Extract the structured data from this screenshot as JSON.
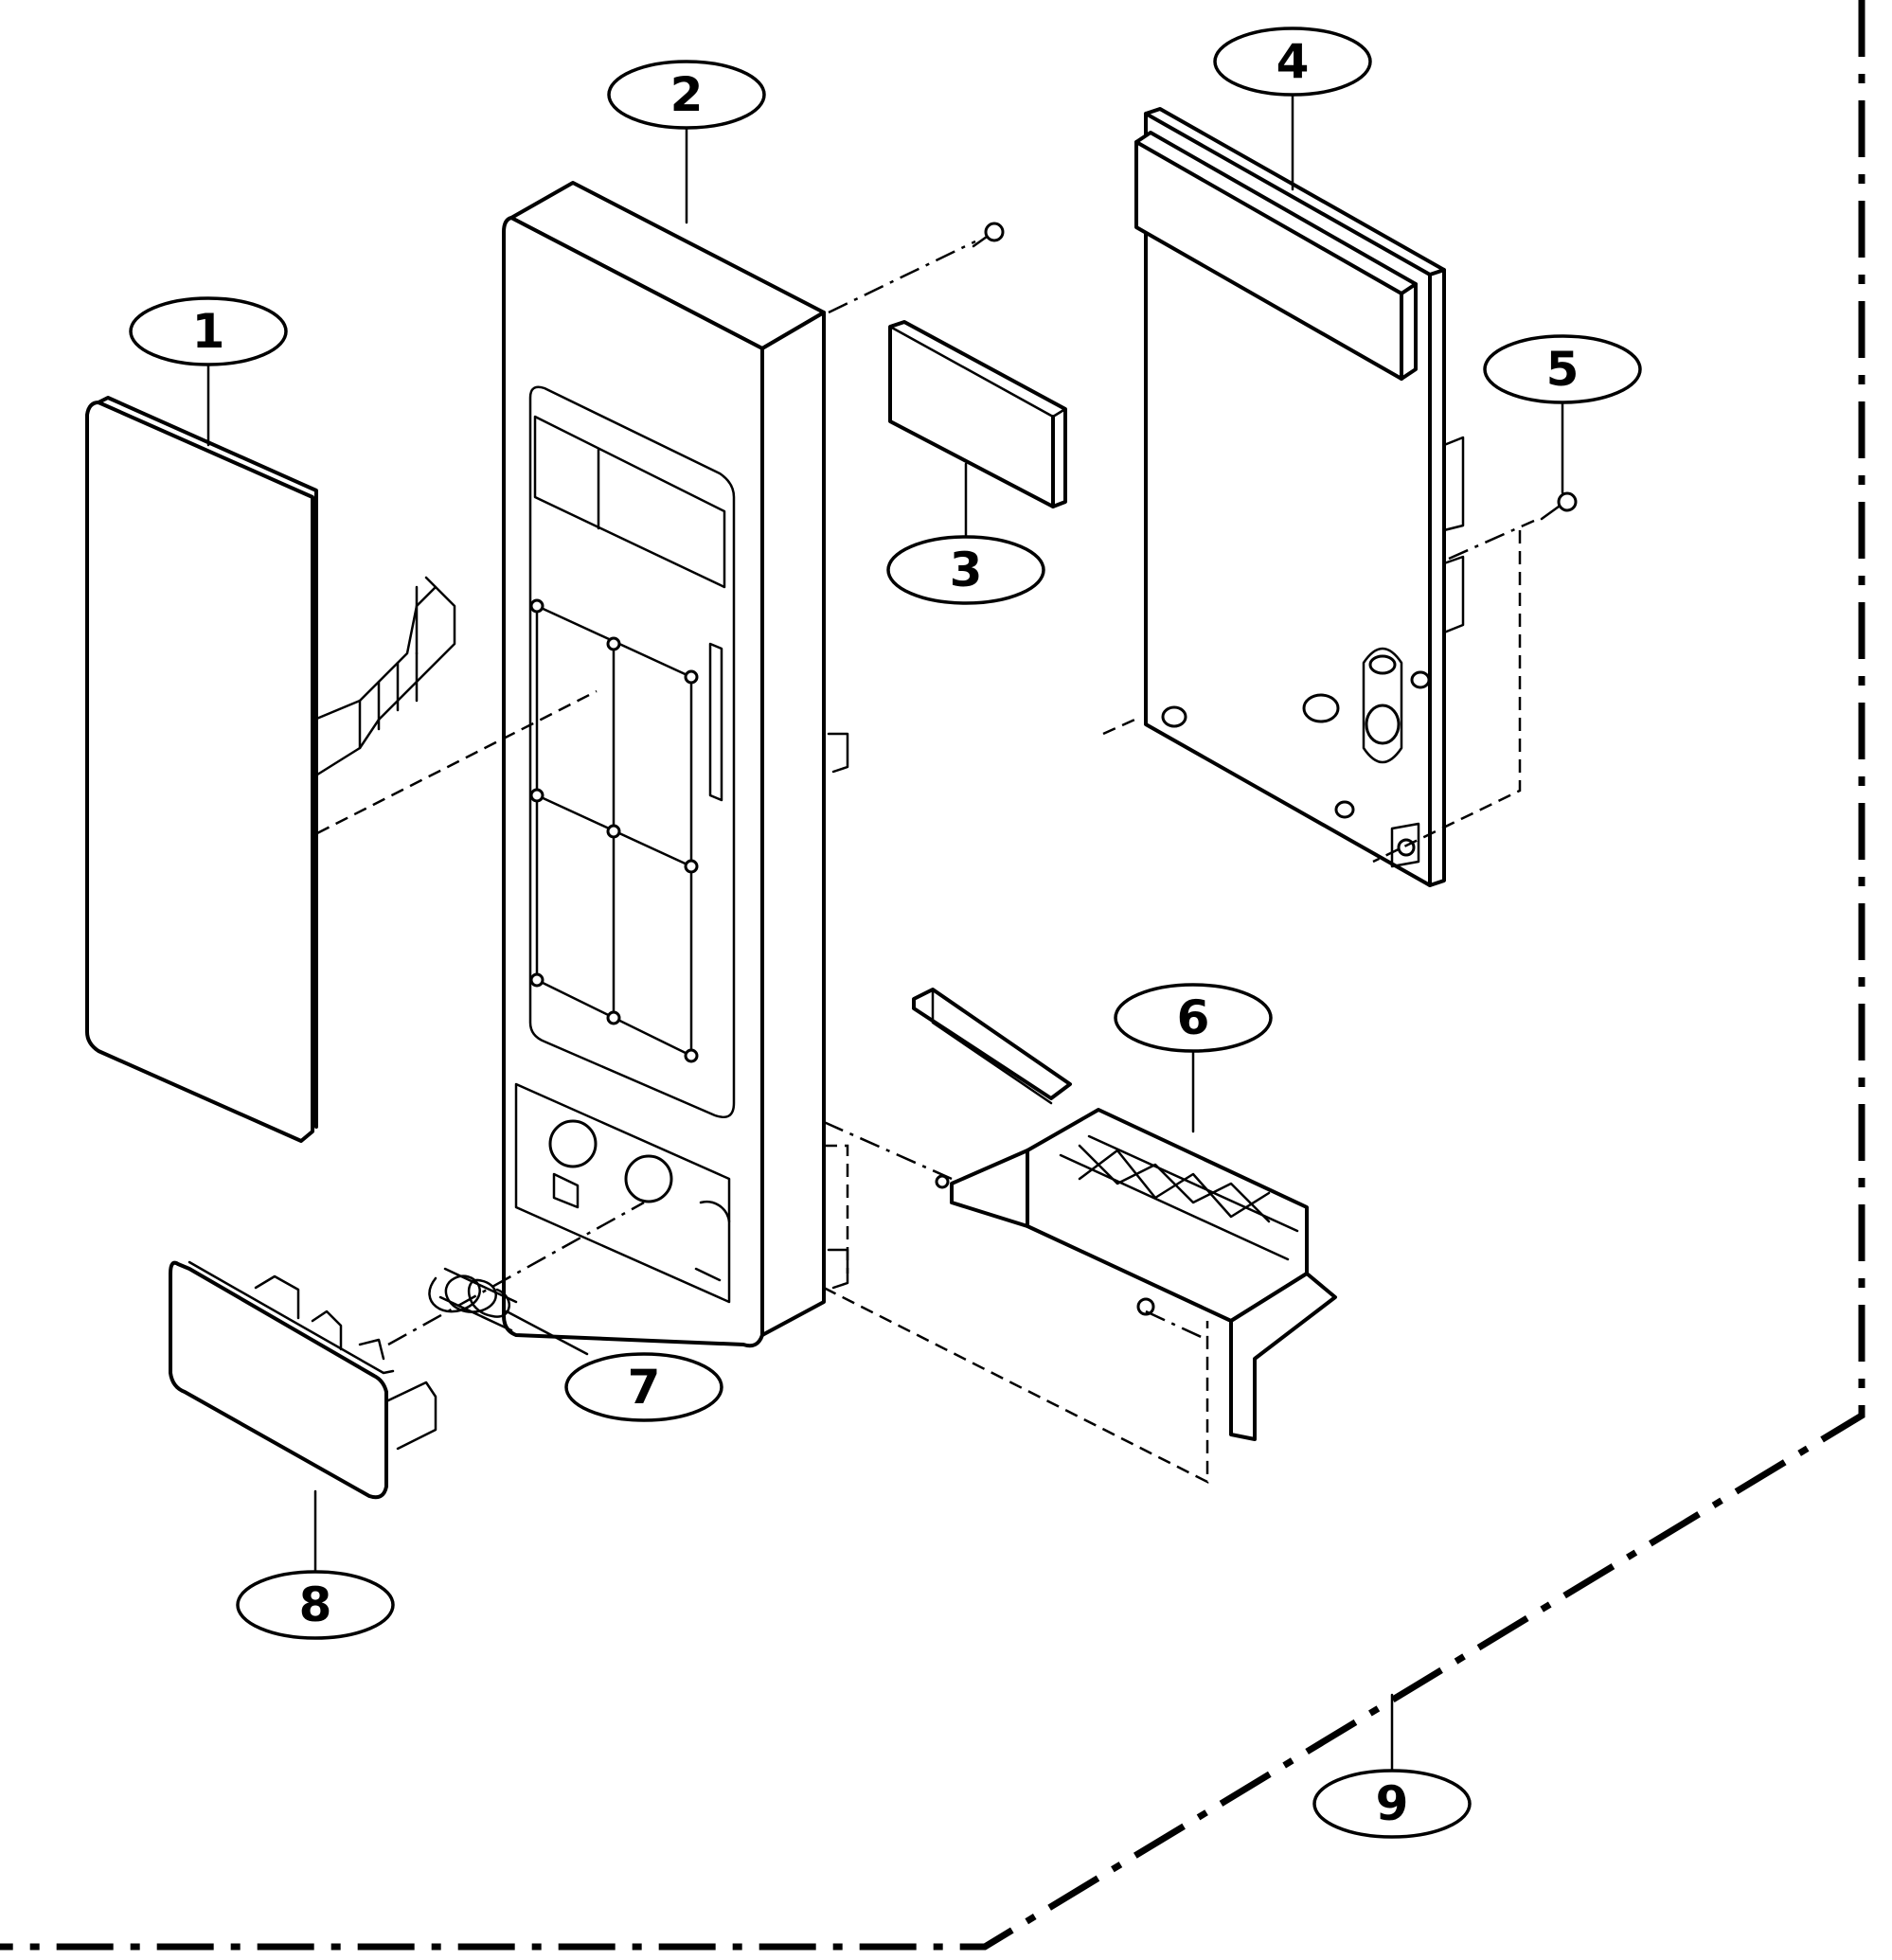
{
  "diagram": {
    "type": "exploded-parts-diagram",
    "callouts": [
      {
        "id": "1",
        "label": "1"
      },
      {
        "id": "2",
        "label": "2"
      },
      {
        "id": "3",
        "label": "3"
      },
      {
        "id": "4",
        "label": "4"
      },
      {
        "id": "5",
        "label": "5"
      },
      {
        "id": "6",
        "label": "6"
      },
      {
        "id": "7",
        "label": "7"
      },
      {
        "id": "8",
        "label": "8"
      },
      {
        "id": "9",
        "label": "9"
      }
    ]
  }
}
